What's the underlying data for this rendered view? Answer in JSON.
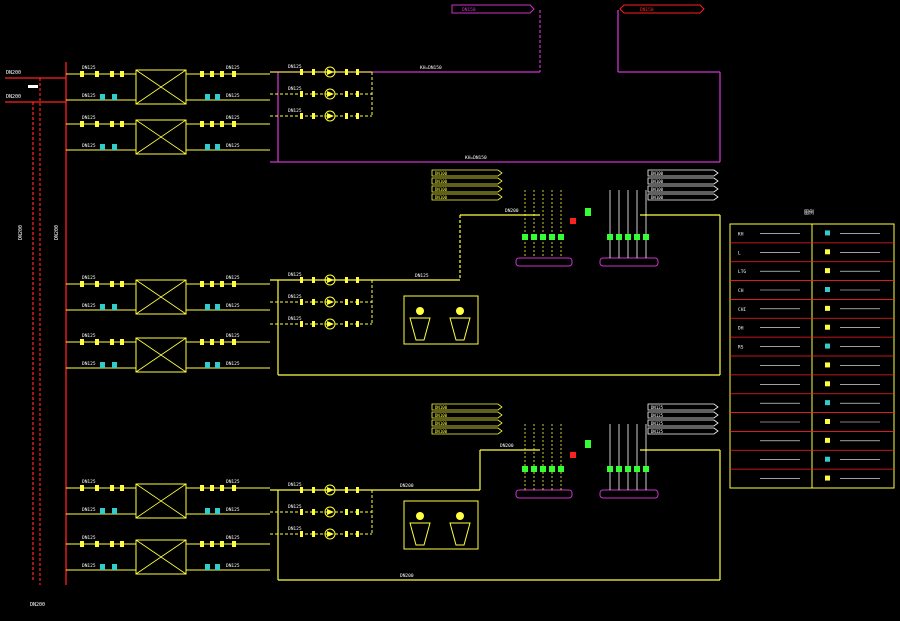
{
  "colors": {
    "background": "#000000",
    "supply_pipe": "#ff2020",
    "return_pipe": "#ff2020",
    "condensate_pipe": "#cc33cc",
    "chilled_pipe": "#ffff40",
    "valve_green": "#33ff33",
    "valve_cyan": "#33cccc",
    "label_white": "#ffffff",
    "dashed_yellow": "#ffff40"
  },
  "labels": {
    "main_dn_top": "DN200",
    "main_dn_second": "DN200",
    "vertical_dn_left": "DN200",
    "vertical_dn_right": "DN200",
    "bottom_tag": "DN200",
    "pipe_label_magenta_1": "KH=DN150",
    "pipe_label_magenta_2": "KH=DN150",
    "pipe_label_mid": "DN125",
    "pipe_label_bottom_1": "DN200",
    "pipe_label_bottom_2": "DN200",
    "manifold_top_label": "DN200",
    "manifold_bottom_label": "DN200",
    "top_tag_1": "DN150",
    "top_tag_2": "DN150"
  },
  "unit_rows": [
    {
      "dn_in": "DN125",
      "dn_out": "DN125",
      "dn_pump": "DN125"
    },
    {
      "dn_in": "DN125",
      "dn_out": "DN125",
      "dn_pump": "DN125"
    },
    {
      "dn_in": "DN125",
      "dn_out": "DN125",
      "dn_pump": "DN125"
    },
    {
      "dn_in": "DN125",
      "dn_out": "DN125",
      "dn_pump": "DN125"
    }
  ],
  "pump_groups": [
    {
      "dn": [
        "DN125",
        "DN125",
        "DN125"
      ]
    },
    {
      "dn": [
        "DN125",
        "DN125",
        "DN125"
      ]
    },
    {
      "dn": [
        "DN125",
        "DN125",
        "DN125"
      ]
    }
  ],
  "manifold_tags_top_left": [
    "DN100",
    "DN100",
    "DN100",
    "DN100"
  ],
  "manifold_tags_top_right": [
    "DN100",
    "DN100",
    "DN100",
    "DN100"
  ],
  "manifold_tags_bottom_left": [
    "DN100",
    "DN100",
    "DN100",
    "DN100"
  ],
  "manifold_tags_bottom_right": [
    "DN125",
    "DN125",
    "DN125",
    "DN125"
  ],
  "legend": {
    "title": "图例",
    "rows": [
      {
        "left": "KH",
        "right": ""
      },
      {
        "left": "L",
        "right": ""
      },
      {
        "left": "LTG",
        "right": ""
      },
      {
        "left": "CH",
        "right": ""
      },
      {
        "left": "CHI",
        "right": ""
      },
      {
        "left": "DH",
        "right": ""
      },
      {
        "left": "RS",
        "right": ""
      },
      {
        "left": "",
        "right": ""
      },
      {
        "left": "",
        "right": ""
      },
      {
        "left": "",
        "right": ""
      },
      {
        "left": "",
        "right": ""
      },
      {
        "left": "",
        "right": ""
      },
      {
        "left": "",
        "right": ""
      },
      {
        "left": "",
        "right": ""
      }
    ]
  }
}
